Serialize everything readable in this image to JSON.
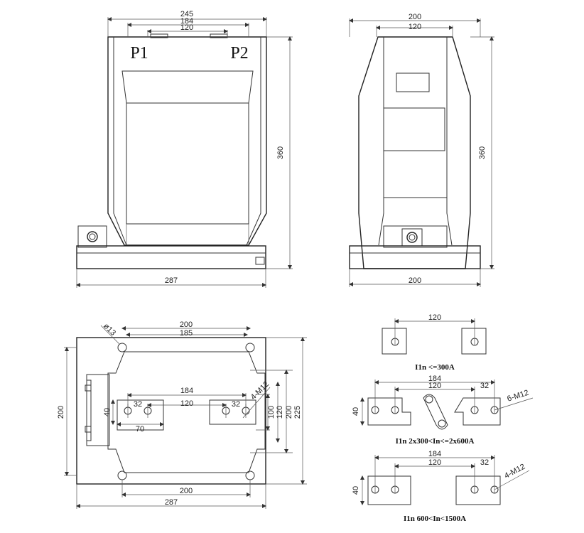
{
  "front_view": {
    "terminal_p1": "P1",
    "terminal_p2": "P2",
    "dim_width_top": "245",
    "dim_184": "184",
    "dim_120": "120",
    "dim_height": "360",
    "dim_base": "287"
  },
  "side_view": {
    "dim_width_top": "200",
    "dim_120": "120",
    "dim_height": "360",
    "dim_base": "200"
  },
  "top_view": {
    "dim_hole_dia": "ø13",
    "dim_200_top": "200",
    "dim_185": "185",
    "dim_184": "184",
    "dim_120": "120",
    "dim_32_left": "32",
    "dim_32_right": "32",
    "dim_40": "40",
    "dim_70": "70",
    "dim_4m12": "4-M12",
    "dim_100": "100",
    "dim_120_v": "120",
    "dim_200_v1": "200",
    "dim_225": "225",
    "dim_200_left": "200",
    "dim_200_bottom": "200",
    "dim_287": "287"
  },
  "terminal_detail_1": {
    "dim_120": "120",
    "caption": "I1n <=300A"
  },
  "terminal_detail_2": {
    "dim_184": "184",
    "dim_120": "120",
    "dim_32": "32",
    "dim_40": "40",
    "dim_6m12": "6-M12",
    "caption": "I1n 2x300<In<=2x600A"
  },
  "terminal_detail_3": {
    "dim_184": "184",
    "dim_120": "120",
    "dim_32": "32",
    "dim_40": "40",
    "dim_4m12": "4-M12",
    "caption": "I1n 600<In<1500A"
  }
}
